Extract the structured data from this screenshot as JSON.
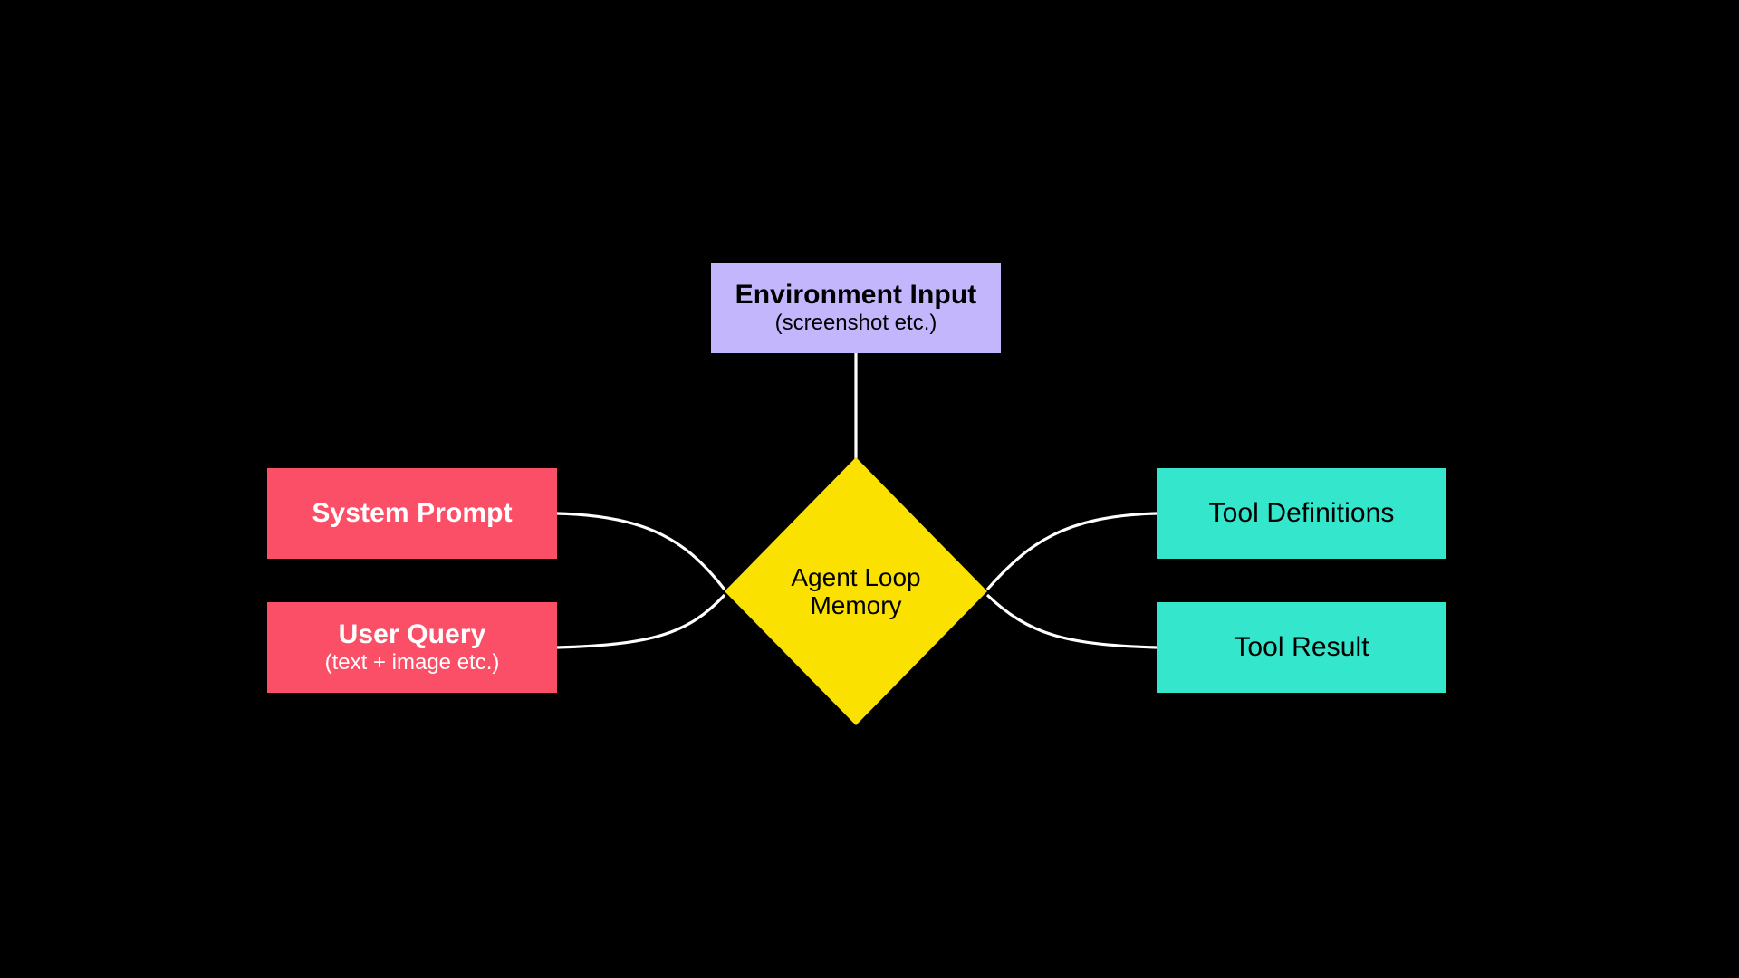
{
  "diagram": {
    "title": "Agent Loop Memory",
    "background_color": "#000000",
    "edge_color": "#ffffff",
    "nodes": {
      "environment_input": {
        "title": "Environment Input",
        "subtitle": "(screenshot etc.)",
        "fill": "#c3b6fd",
        "text_color": "#000000",
        "shape": "rectangle"
      },
      "system_prompt": {
        "title": "System Prompt",
        "subtitle": "",
        "fill": "#fb4f68",
        "text_color": "#ffffff",
        "shape": "rectangle"
      },
      "user_query": {
        "title": "User Query",
        "subtitle": "(text + image etc.)",
        "fill": "#fb4f68",
        "text_color": "#ffffff",
        "shape": "rectangle"
      },
      "agent_loop_memory": {
        "line1": "Agent Loop",
        "line2": "Memory",
        "fill": "#fae100",
        "text_color": "#000000",
        "shape": "diamond"
      },
      "tool_definitions": {
        "title": "Tool Definitions",
        "subtitle": "",
        "fill": "#33e6cc",
        "text_color": "#000000",
        "shape": "rectangle"
      },
      "tool_result": {
        "title": "Tool Result",
        "subtitle": "",
        "fill": "#33e6cc",
        "text_color": "#000000",
        "shape": "rectangle"
      }
    },
    "edges": [
      {
        "from": "environment_input",
        "to": "agent_loop_memory",
        "style": "straight-vertical"
      },
      {
        "from": "system_prompt",
        "to": "agent_loop_memory",
        "style": "curve-down-right"
      },
      {
        "from": "user_query",
        "to": "agent_loop_memory",
        "style": "curve-up-right"
      },
      {
        "from": "agent_loop_memory",
        "to": "tool_definitions",
        "style": "curve-up-right"
      },
      {
        "from": "agent_loop_memory",
        "to": "tool_result",
        "style": "curve-down-right"
      }
    ]
  }
}
